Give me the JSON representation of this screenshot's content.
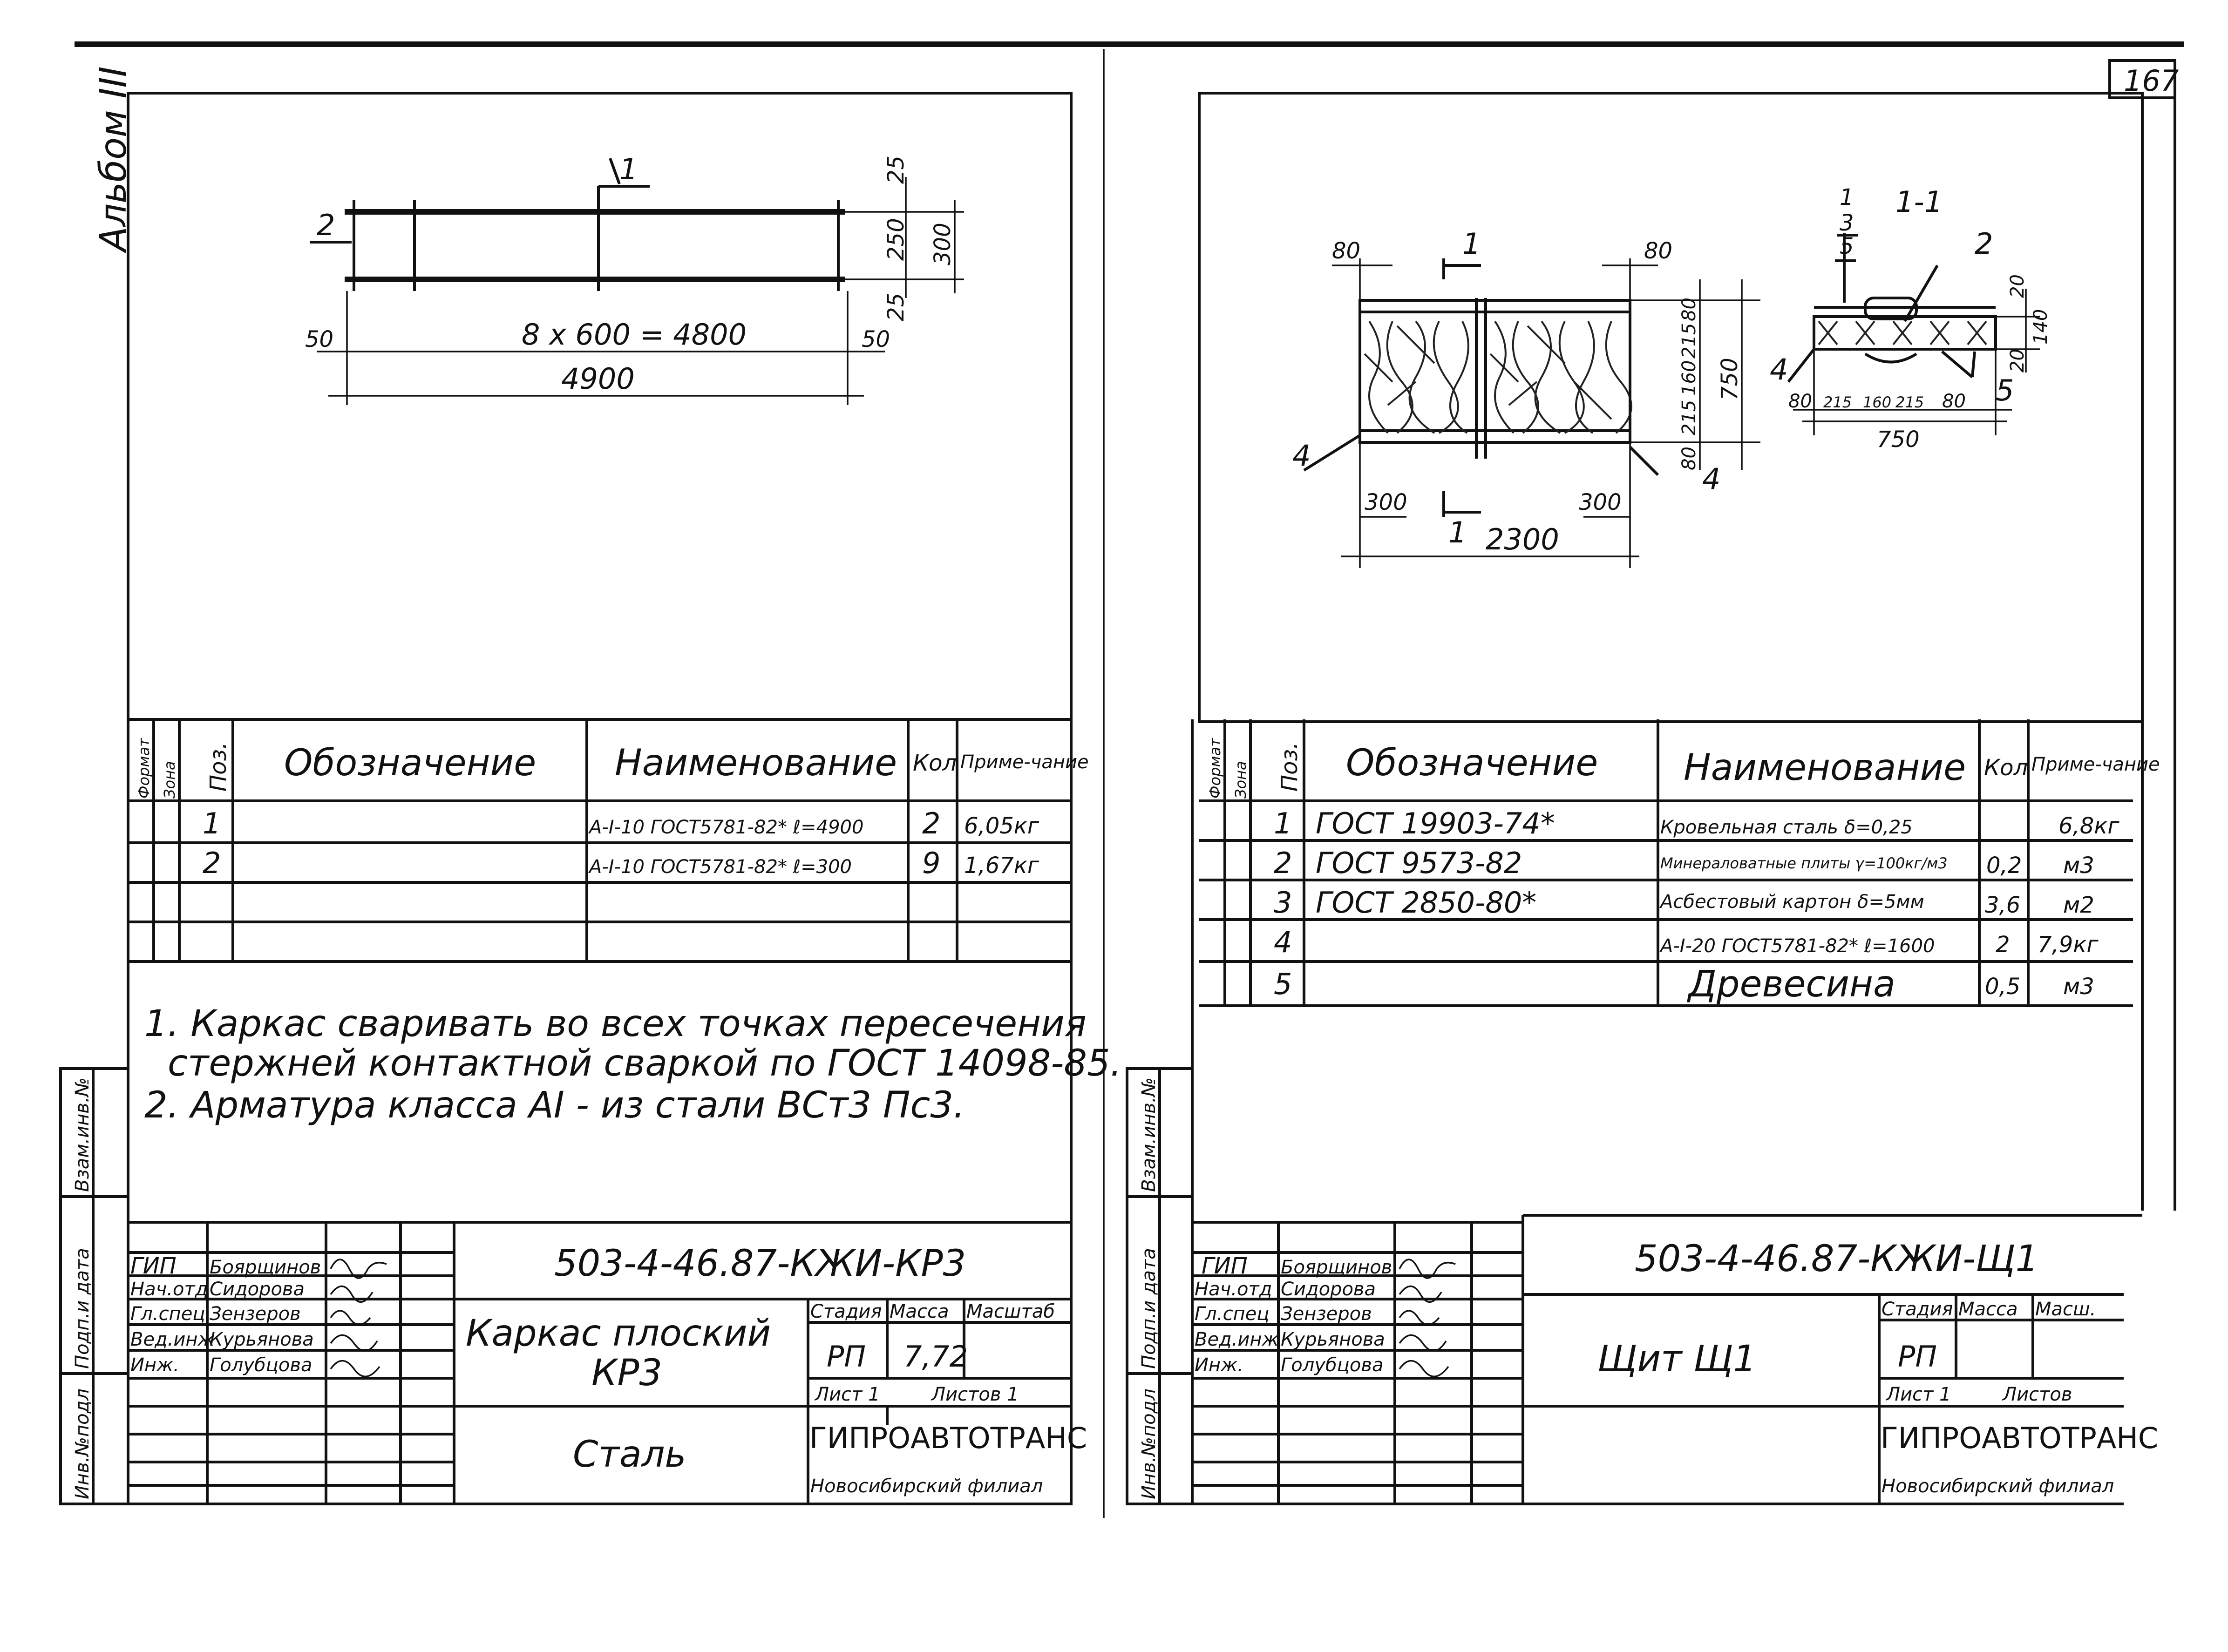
{
  "page_number": "167",
  "album_label": "Альбом III",
  "side_stamp": {
    "inv_podl": "Инв.№подл",
    "podp_data": "Подп.и дата",
    "vzam_inv": "Взам.инв.№"
  },
  "spec_headers": {
    "format": "Формат",
    "zona": "Зона",
    "poz": "Поз.",
    "oboznachenie": "Обозначение",
    "naimenovanie": "Наименование",
    "kol": "Кол",
    "primechanie": "Приме-чание"
  },
  "left": {
    "drawing": {
      "leader_1": "1",
      "leader_2": "2",
      "dim_25_top": "25",
      "dim_250": "250",
      "dim_300": "300",
      "dim_25_bottom": "25",
      "dim_50_left": "50",
      "dim_50_right": "50",
      "dim_span": "8 x 600 = 4800",
      "dim_total": "4900"
    },
    "spec_rows": [
      {
        "poz": "1",
        "oboznachenie": "",
        "naimenovanie": "A-I-10 ГОСТ5781-82* ℓ=4900",
        "kol": "2",
        "prim": "6,05кг"
      },
      {
        "poz": "2",
        "oboznachenie": "",
        "naimenovanie": "A-I-10 ГОСТ5781-82* ℓ=300",
        "kol": "9",
        "prim": "1,67кг"
      }
    ],
    "notes": {
      "line1": "1. Каркас сваривать во всех точках пересечения",
      "line2": "стержней контактной сваркой по ГОСТ 14098-85.",
      "line3": "2. Арматура класса AI - из стали ВСт3 Пс3."
    },
    "title_block": {
      "code": "503-4-46.87-КЖИ-КР3",
      "roles": [
        "ГИП",
        "Нач.отд",
        "Гл.спец",
        "Вед.инж",
        "Инж."
      ],
      "names": [
        "Боярщинов",
        "Сидорова",
        "Зензеров",
        "Курьянова",
        "Голубцова"
      ],
      "title_line1": "Каркас плоский",
      "title_line2": "КР3",
      "material": "Сталь",
      "stadiya_label": "Стадия",
      "massa_label": "Масса",
      "masshtab_label": "Масштаб",
      "stadiya": "РП",
      "massa": "7,72",
      "list": "Лист 1",
      "listov": "Листов 1",
      "org": "ГИПРОАВТОТРАНС",
      "branch": "Новосибирский филиал"
    }
  },
  "right": {
    "drawing": {
      "dim_80_left": "80",
      "dim_80_right": "80",
      "section_mark_top": "1",
      "section_mark_bottom": "1",
      "dim_300_left": "300",
      "dim_300_right": "300",
      "dim_2300": "2300",
      "dim_80_v_top": "80",
      "dim_215_a": "215",
      "dim_160_v": "160",
      "dim_215_b": "215",
      "dim_80_v_bottom": "80",
      "dim_750_v": "750",
      "leader_4_plan": "4",
      "leader_4_right": "4",
      "section_title": "1-1",
      "section_leader_1": "1",
      "section_leader_3": "3",
      "section_leader_5": "5",
      "section_leader_2": "2",
      "section_leader_4": "4",
      "section_leader_5b": "5",
      "sec_dim_20_top": "20",
      "sec_dim_140": "140",
      "sec_dim_20_bottom": "20",
      "sec_dim_80_l": "80",
      "sec_dim_215_l": "215",
      "sec_dim_160": "160",
      "sec_dim_215_r": "215",
      "sec_dim_80_r": "80",
      "sec_dim_750": "750"
    },
    "spec_rows": [
      {
        "poz": "1",
        "oboznachenie": "ГОСТ 19903-74*",
        "naimenovanie": "Кровельная сталь δ=0,25",
        "kol": "",
        "prim": "6,8кг"
      },
      {
        "poz": "2",
        "oboznachenie": "ГОСТ 9573-82",
        "naimenovanie": "Минераловатные плиты γ=100кг/м3",
        "kol": "0,2",
        "prim": "м3"
      },
      {
        "poz": "3",
        "oboznachenie": "ГОСТ 2850-80*",
        "naimenovanie": "Асбестовый картон δ=5мм",
        "kol": "3,6",
        "prim": "м2"
      },
      {
        "poz": "4",
        "oboznachenie": "",
        "naimenovanie": "A-I-20 ГОСТ5781-82* ℓ=1600",
        "kol": "2",
        "prim": "7,9кг"
      },
      {
        "poz": "5",
        "oboznachenie": "",
        "naimenovanie": "Древесина",
        "kol": "0,5",
        "prim": "м3"
      }
    ],
    "title_block": {
      "code": "503-4-46.87-КЖИ-Щ1",
      "roles": [
        "ГИП",
        "Нач.отд",
        "Гл.спец",
        "Вед.инж",
        "Инж."
      ],
      "names": [
        "Боярщинов",
        "Сидорова",
        "Зензеров",
        "Курьянова",
        "Голубцова"
      ],
      "title": "Щит Щ1",
      "stadiya_label": "Стадия",
      "massa_label": "Масса",
      "masshtab_label": "Масш.",
      "stadiya": "РП",
      "list": "Лист 1",
      "listov": "Листов",
      "org": "ГИПРОАВТОТРАНС",
      "branch": "Новосибирский филиал"
    }
  }
}
